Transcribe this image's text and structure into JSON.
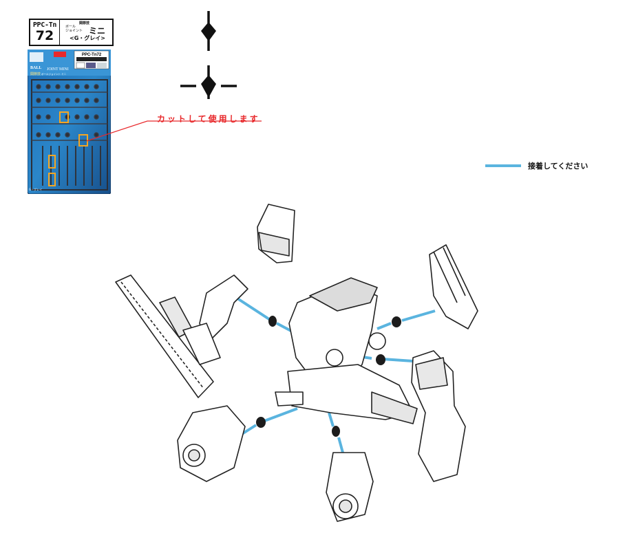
{
  "product_label": {
    "series": "PPC-Tn",
    "number": "72",
    "category": "関節技",
    "name_small": "ボール\nジョイント",
    "name_big": "ミニ",
    "color": "<G・グレイ>"
  },
  "package": {
    "code": "PPC-Tn72",
    "title_line1": "BALL",
    "title_line2": "JOINT MINI",
    "subtitle": "ボールジョイント ミニ",
    "kanji": "関節技",
    "color_tag": "G・グレイ"
  },
  "callout": {
    "text": "カットして使用します"
  },
  "legend": {
    "label": "接着してください",
    "color": "#5ab4df"
  },
  "colors": {
    "accent_red": "#e8282b",
    "glue_blue": "#5ab4df",
    "highlight_orange": "#f5a623"
  }
}
